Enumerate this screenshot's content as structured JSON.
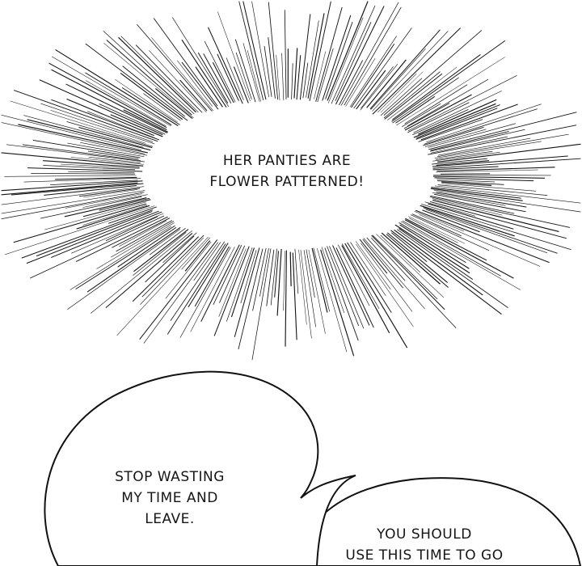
{
  "burst_caption": {
    "lines": [
      "HER PANTIES ARE",
      "FLOWER PATTERNED!"
    ]
  },
  "bubble_left": {
    "lines": [
      "STOP WASTING",
      "MY TIME AND",
      "LEAVE."
    ]
  },
  "bubble_right": {
    "lines": [
      "YOU SHOULD",
      "USE THIS TIME TO GO"
    ]
  },
  "colors": {
    "background": "#ffffff",
    "ink": "#151515"
  }
}
